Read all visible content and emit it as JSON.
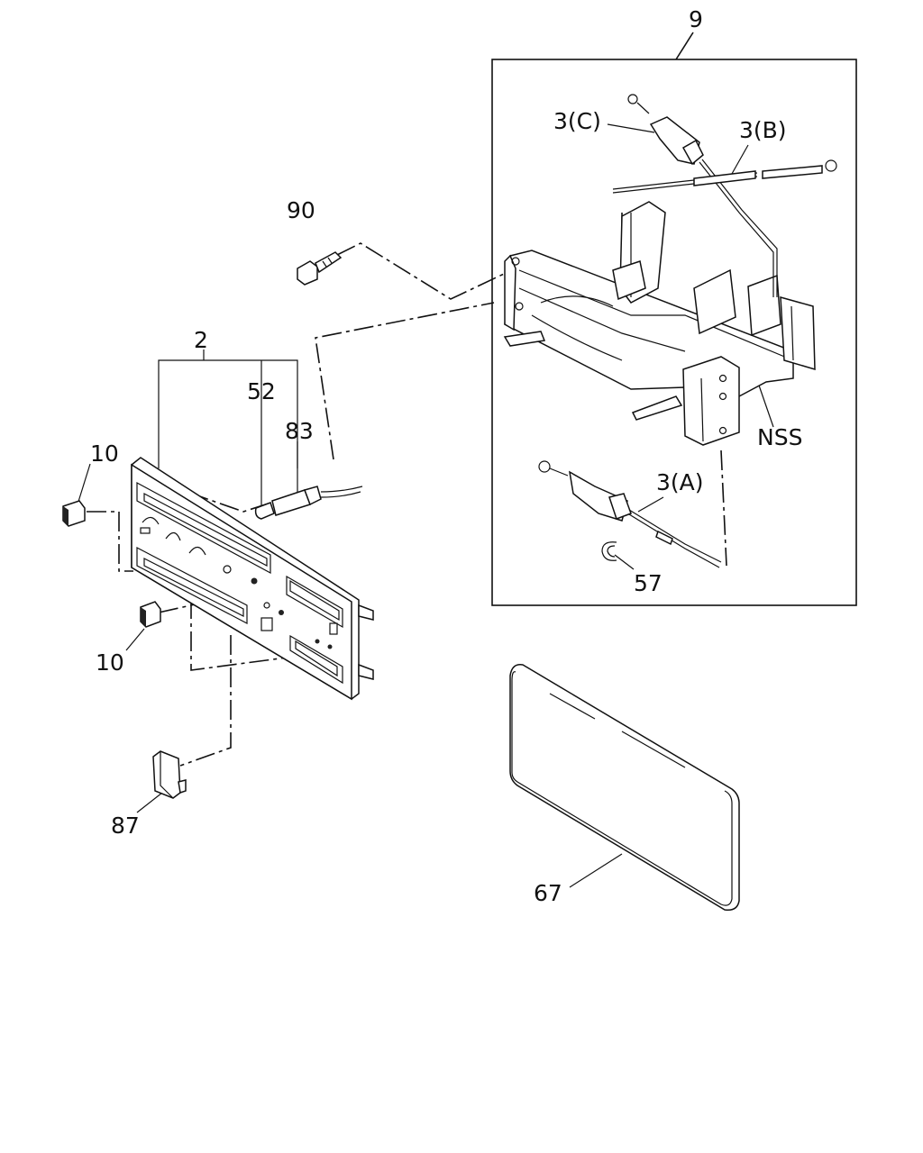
{
  "callouts": {
    "c9": "9",
    "c3c": "3(C)",
    "c3b": "3(B)",
    "c90": "90",
    "c2": "2",
    "c52": "52",
    "c83": "83",
    "c10a": "10",
    "c10b": "10",
    "cnss": "NSS",
    "c3a": "3(A)",
    "c57": "57",
    "c87": "87",
    "c67": "67"
  }
}
